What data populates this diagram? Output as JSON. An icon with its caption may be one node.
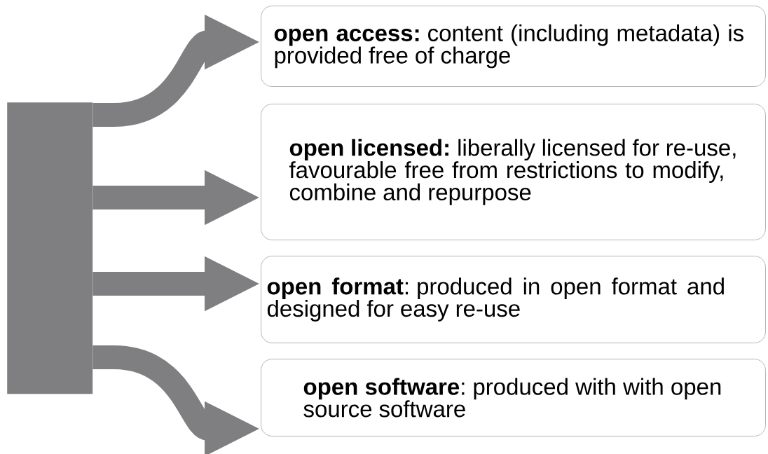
{
  "diagram": {
    "nodes": [
      {
        "text": [],
        "shape": "bar"
      },
      {
        "text": [
          "**open access:** content (including metadata) is provided free of charge"
        ]
      },
      {
        "text": [
          "**open licensed:** liberally licensed for re-use, favourable free from restrictions to modify, combine and repurpose"
        ]
      },
      {
        "text": [
          "**open format**: produced in open format and designed for easy re-use"
        ]
      },
      {
        "text": [
          "**open software**: produced with with open source software"
        ]
      }
    ],
    "edges": [
      {
        "from": 0,
        "to": 1,
        "arrow": "to"
      },
      {
        "from": 0,
        "to": 2,
        "arrow": "to"
      },
      {
        "from": 0,
        "to": 3,
        "arrow": "to"
      },
      {
        "from": 0,
        "to": 4,
        "arrow": "to"
      }
    ]
  }
}
